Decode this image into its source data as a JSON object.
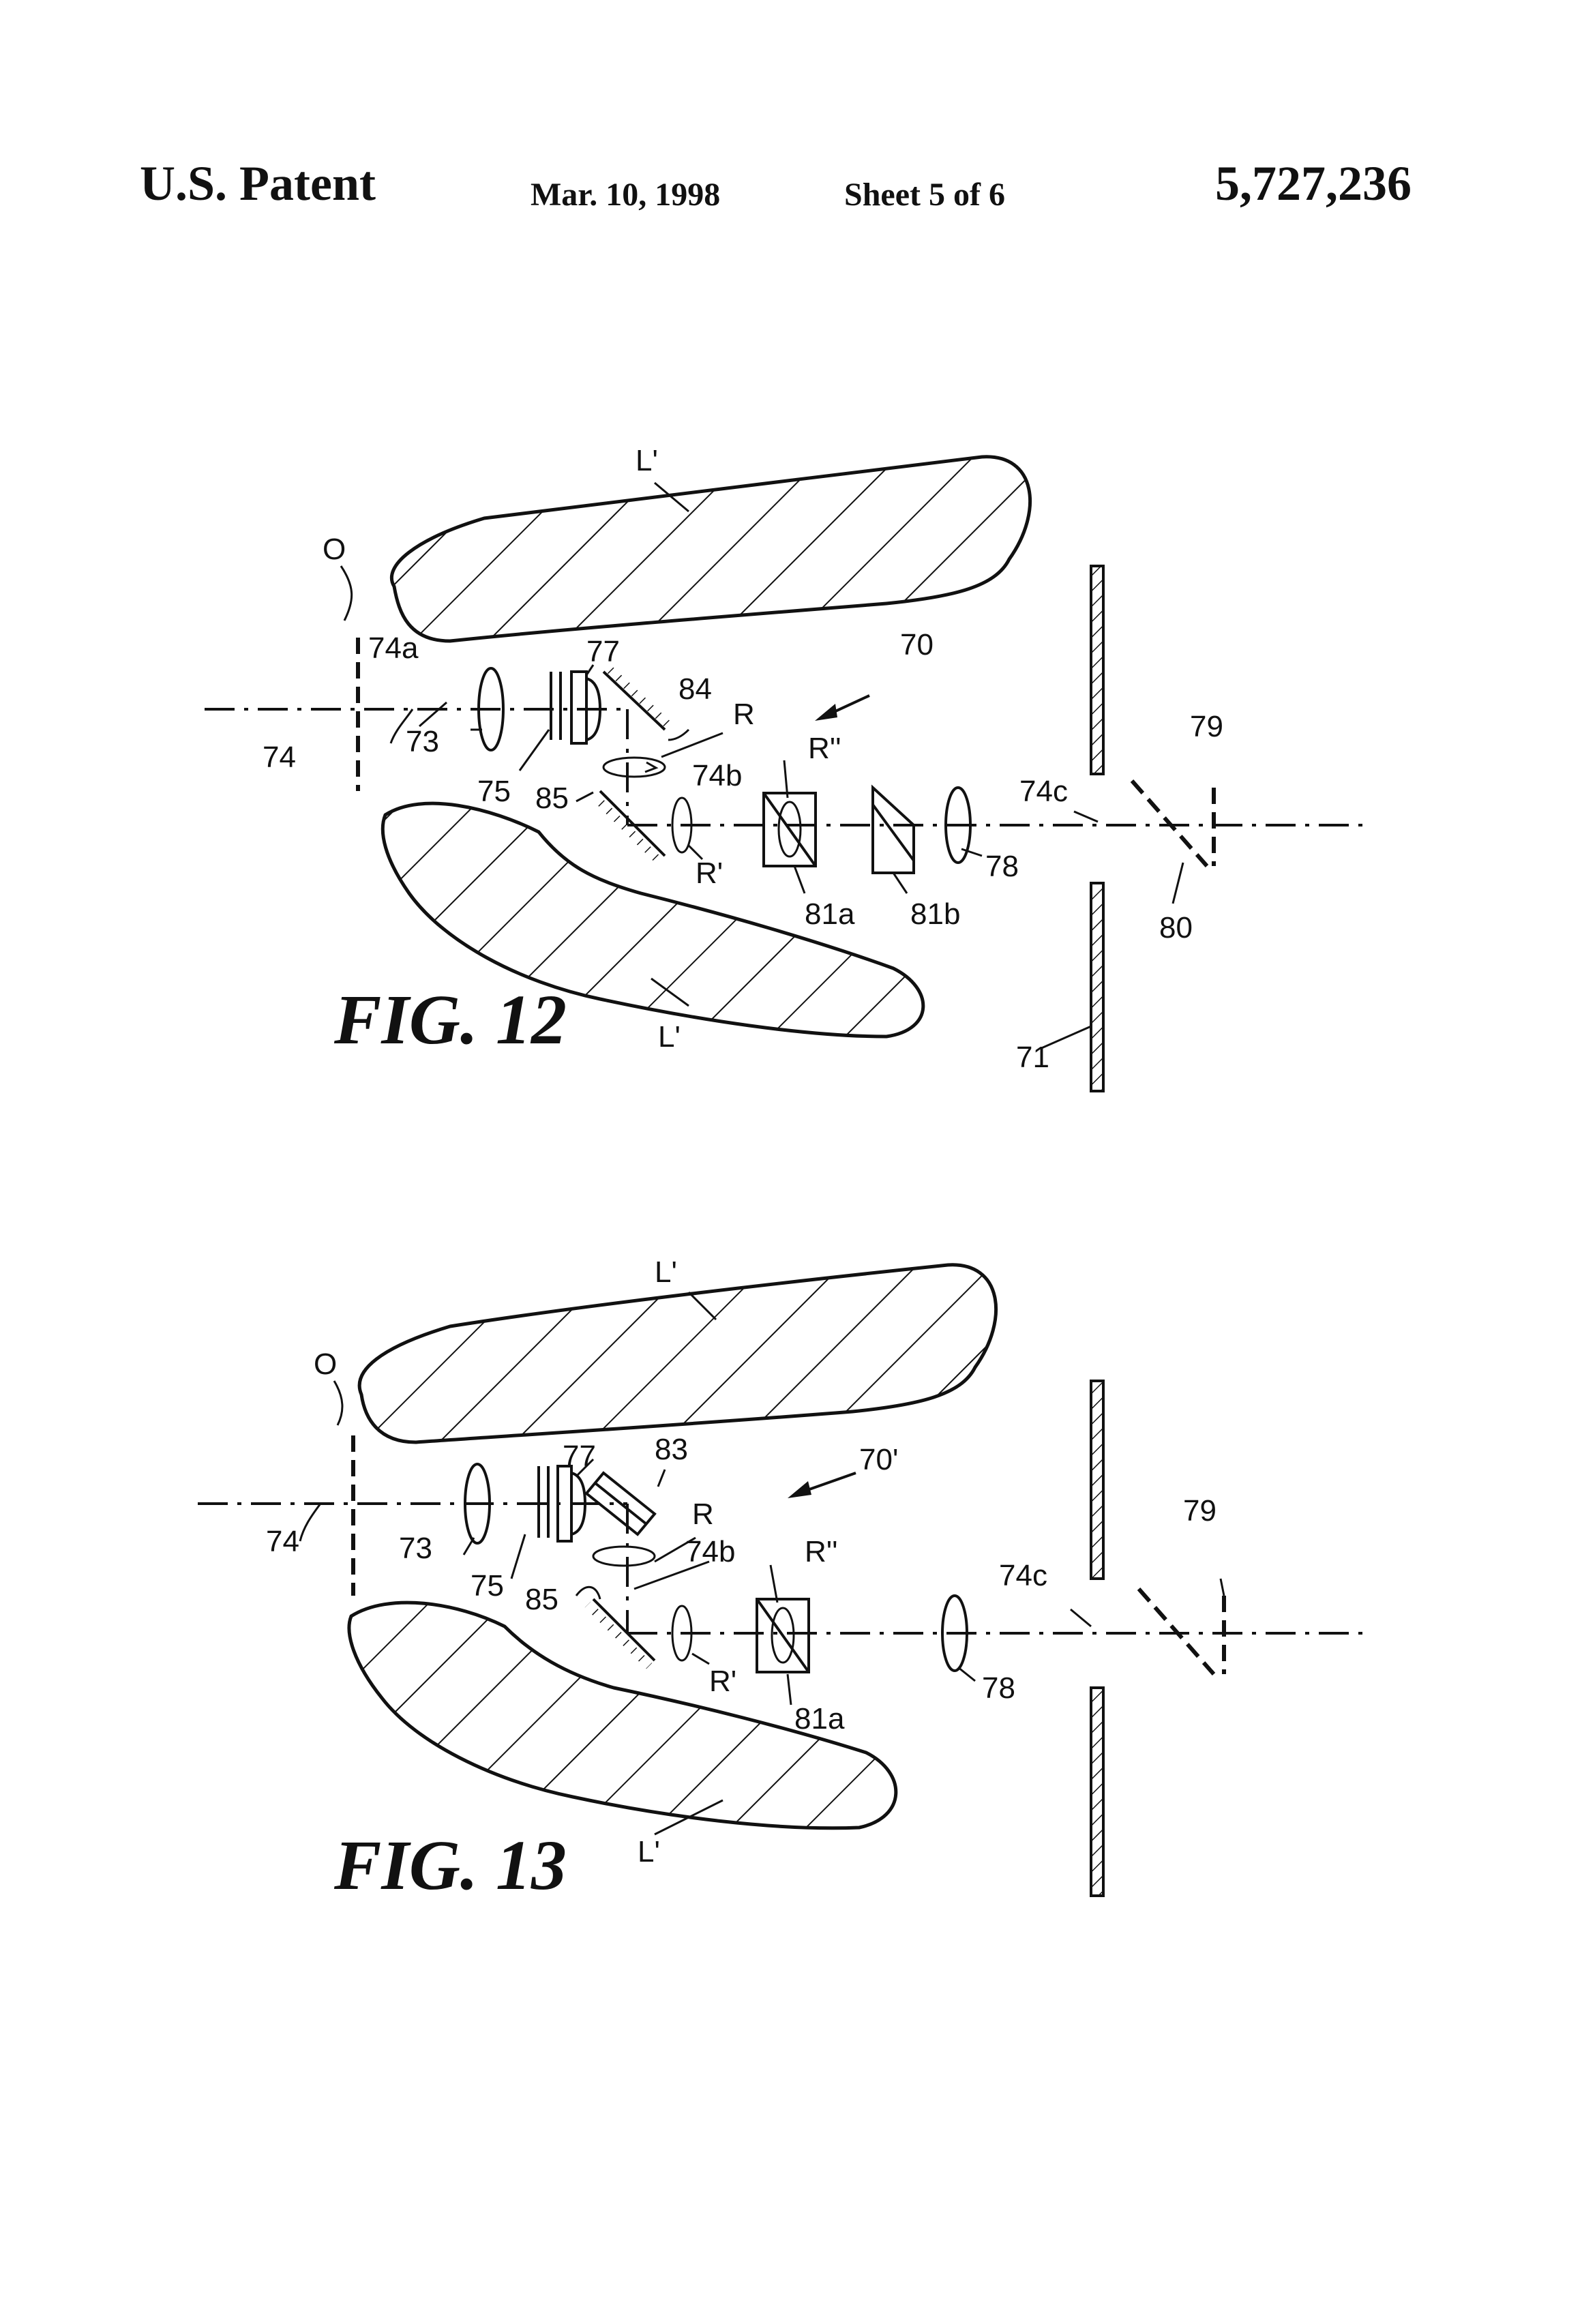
{
  "header": {
    "title": "U.S. Patent",
    "date": "Mar. 10, 1998",
    "sheet": "Sheet 5 of 6",
    "patent_number": "5,727,236"
  },
  "fig12": {
    "caption": "FIG. 12",
    "labels": {
      "L_top": "L'",
      "O": "O",
      "n74a": "74a",
      "n77": "77",
      "n70": "70",
      "n84": "84",
      "R": "R",
      "n79": "79",
      "n74": "74",
      "n73": "73",
      "n75": "75",
      "n85": "85",
      "n74b": "74b",
      "Rpp": "R''",
      "n74c": "74c",
      "Rp": "R'",
      "n78": "78",
      "n81a": "81a",
      "n81b": "81b",
      "n80": "80",
      "L_bottom": "L'",
      "n71": "71"
    }
  },
  "fig13": {
    "caption": "FIG. 13",
    "labels": {
      "L_top": "L'",
      "O": "O",
      "n77": "77",
      "n83": "83",
      "n70p": "70'",
      "R": "R",
      "n74": "74",
      "n73": "73",
      "n75": "75",
      "n74b": "74b",
      "Rpp": "R''",
      "n79": "79",
      "n85": "85",
      "n74c": "74c",
      "Rp": "R'",
      "n78": "78",
      "n81a": "81a",
      "L_bottom": "L'"
    }
  }
}
